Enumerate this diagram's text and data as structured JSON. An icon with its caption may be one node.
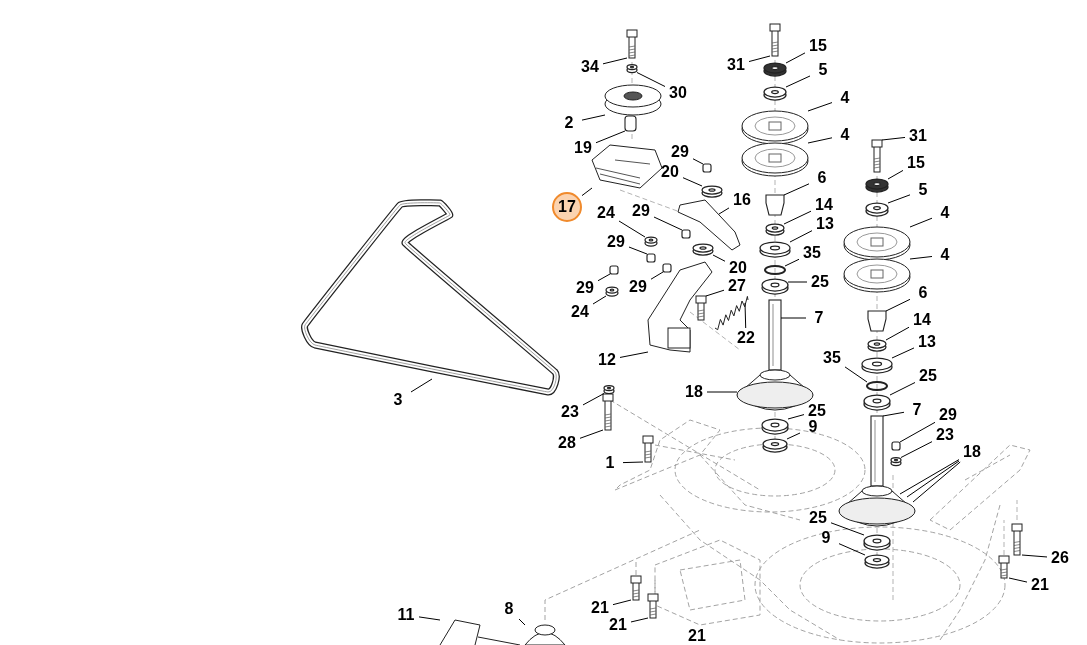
{
  "diagram": {
    "nodes": [
      {
        "text": [
          "34"
        ]
      },
      {
        "text": [
          "30"
        ]
      },
      {
        "text": [
          "2"
        ]
      },
      {
        "text": [
          "19"
        ]
      },
      {
        "text": [
          "17"
        ]
      },
      {
        "text": [
          "29"
        ]
      },
      {
        "text": [
          "20"
        ]
      },
      {
        "text": [
          "16"
        ]
      },
      {
        "text": [
          "24"
        ]
      },
      {
        "text": [
          "29"
        ]
      },
      {
        "text": [
          "29"
        ]
      },
      {
        "text": [
          "20"
        ]
      },
      {
        "text": [
          "29"
        ]
      },
      {
        "text": [
          "29"
        ]
      },
      {
        "text": [
          "24"
        ]
      },
      {
        "text": [
          "27"
        ]
      },
      {
        "text": [
          "22"
        ]
      },
      {
        "text": [
          "12"
        ]
      },
      {
        "text": [
          "3"
        ]
      },
      {
        "text": [
          "31"
        ]
      },
      {
        "text": [
          "15"
        ]
      },
      {
        "text": [
          "5"
        ]
      },
      {
        "text": [
          "4"
        ]
      },
      {
        "text": [
          "4"
        ]
      },
      {
        "text": [
          "6"
        ]
      },
      {
        "text": [
          "14"
        ]
      },
      {
        "text": [
          "13"
        ]
      },
      {
        "text": [
          "35"
        ]
      },
      {
        "text": [
          "25"
        ]
      },
      {
        "text": [
          "7"
        ]
      },
      {
        "text": [
          "18"
        ]
      },
      {
        "text": [
          "25"
        ]
      },
      {
        "text": [
          "9"
        ]
      },
      {
        "text": [
          "23"
        ]
      },
      {
        "text": [
          "28"
        ]
      },
      {
        "text": [
          "1"
        ]
      },
      {
        "text": [
          "31"
        ]
      },
      {
        "text": [
          "15"
        ]
      },
      {
        "text": [
          "5"
        ]
      },
      {
        "text": [
          "4"
        ]
      },
      {
        "text": [
          "4"
        ]
      },
      {
        "text": [
          "6"
        ]
      },
      {
        "text": [
          "14"
        ]
      },
      {
        "text": [
          "13"
        ]
      },
      {
        "text": [
          "35"
        ]
      },
      {
        "text": [
          "25"
        ]
      },
      {
        "text": [
          "7"
        ]
      },
      {
        "text": [
          "29"
        ]
      },
      {
        "text": [
          "23"
        ]
      },
      {
        "text": [
          "18"
        ]
      },
      {
        "text": [
          "25"
        ]
      },
      {
        "text": [
          "9"
        ]
      },
      {
        "text": [
          "26"
        ]
      },
      {
        "text": [
          "21"
        ]
      },
      {
        "text": [
          "21"
        ]
      },
      {
        "text": [
          "21"
        ]
      },
      {
        "text": [
          "8"
        ]
      },
      {
        "text": [
          "11"
        ]
      },
      {
        "text": [],
        "shape": "picture"
      },
      {
        "text": [],
        "shape": "circle"
      },
      {
        "text": [],
        "shape": "picture"
      },
      {
        "text": [],
        "shape": "cylinder"
      },
      {
        "text": [],
        "shape": "picture"
      },
      {
        "text": [],
        "shape": "box"
      },
      {
        "text": [],
        "shape": "circle"
      },
      {
        "text": [],
        "shape": "picture"
      },
      {
        "text": [],
        "shape": "circle"
      },
      {
        "text": [],
        "shape": "box"
      },
      {
        "text": [],
        "shape": "box"
      },
      {
        "text": [],
        "shape": "circle"
      },
      {
        "text": [],
        "shape": "box"
      },
      {
        "text": [],
        "shape": "box"
      },
      {
        "text": [],
        "shape": "circle"
      },
      {
        "text": [],
        "shape": "picture"
      },
      {
        "text": [],
        "shape": "picture"
      },
      {
        "text": [],
        "shape": "picture"
      },
      {
        "text": [],
        "shape": "picture"
      },
      {
        "text": [],
        "shape": "picture"
      },
      {
        "text": [],
        "shape": "circle"
      },
      {
        "text": [],
        "shape": "circle"
      },
      {
        "text": [],
        "shape": "picture"
      },
      {
        "text": [],
        "shape": "picture"
      },
      {
        "text": [],
        "shape": "cylinder"
      },
      {
        "text": [],
        "shape": "circle"
      },
      {
        "text": [],
        "shape": "circle"
      },
      {
        "text": [],
        "shape": "circle"
      },
      {
        "text": [],
        "shape": "circle"
      },
      {
        "text": [],
        "shape": "cylinder"
      },
      {
        "text": [],
        "shape": "picture"
      },
      {
        "text": [],
        "shape": "circle"
      },
      {
        "text": [],
        "shape": "circle"
      },
      {
        "text": [],
        "shape": "circle"
      },
      {
        "text": [],
        "shape": "picture"
      },
      {
        "text": [],
        "shape": "picture"
      },
      {
        "text": [],
        "shape": "picture"
      },
      {
        "text": [],
        "shape": "circle"
      },
      {
        "text": [],
        "shape": "circle"
      },
      {
        "text": [],
        "shape": "picture"
      },
      {
        "text": [],
        "shape": "picture"
      },
      {
        "text": [],
        "shape": "cylinder"
      },
      {
        "text": [],
        "shape": "circle"
      },
      {
        "text": [],
        "shape": "circle"
      },
      {
        "text": [],
        "shape": "circle"
      },
      {
        "text": [],
        "shape": "circle"
      },
      {
        "text": [],
        "shape": "cylinder"
      },
      {
        "text": [],
        "shape": "box"
      },
      {
        "text": [],
        "shape": "circle"
      },
      {
        "text": [],
        "shape": "picture"
      },
      {
        "text": [],
        "shape": "circle"
      },
      {
        "text": [],
        "shape": "circle"
      },
      {
        "text": [],
        "shape": "picture"
      },
      {
        "text": [],
        "shape": "picture"
      },
      {
        "text": [],
        "shape": "picture"
      },
      {
        "text": [],
        "shape": "picture"
      },
      {
        "text": [],
        "shape": "picture"
      },
      {
        "text": [],
        "shape": "picture"
      }
    ],
    "edges": [
      {
        "from": 0,
        "to": 58,
        "arrow": "none"
      },
      {
        "from": 1,
        "to": 59,
        "arrow": "none"
      },
      {
        "from": 2,
        "to": 60,
        "arrow": "none"
      },
      {
        "from": 3,
        "to": 61,
        "arrow": "none"
      },
      {
        "from": 4,
        "to": 62,
        "arrow": "none"
      },
      {
        "from": 5,
        "to": 63,
        "arrow": "none"
      },
      {
        "from": 6,
        "to": 64,
        "arrow": "none"
      },
      {
        "from": 7,
        "to": 65,
        "arrow": "none"
      },
      {
        "from": 8,
        "to": 66,
        "arrow": "none"
      },
      {
        "from": 9,
        "to": 67,
        "arrow": "none"
      },
      {
        "from": 10,
        "to": 68,
        "arrow": "none"
      },
      {
        "from": 11,
        "to": 69,
        "arrow": "none"
      },
      {
        "from": 12,
        "to": 70,
        "arrow": "none"
      },
      {
        "from": 13,
        "to": 71,
        "arrow": "none"
      },
      {
        "from": 14,
        "to": 72,
        "arrow": "none"
      },
      {
        "from": 15,
        "to": 73,
        "arrow": "none"
      },
      {
        "from": 16,
        "to": 74,
        "arrow": "none"
      },
      {
        "from": 17,
        "to": 75,
        "arrow": "none"
      },
      {
        "from": 18,
        "to": 76,
        "arrow": "none"
      },
      {
        "from": 19,
        "to": 77,
        "arrow": "none"
      },
      {
        "from": 20,
        "to": 78,
        "arrow": "none"
      },
      {
        "from": 21,
        "to": 79,
        "arrow": "none"
      },
      {
        "from": 22,
        "to": 80,
        "arrow": "none"
      },
      {
        "from": 23,
        "to": 81,
        "arrow": "none"
      },
      {
        "from": 24,
        "to": 82,
        "arrow": "none"
      },
      {
        "from": 25,
        "to": 83,
        "arrow": "none"
      },
      {
        "from": 26,
        "to": 84,
        "arrow": "none"
      },
      {
        "from": 27,
        "to": 85,
        "arrow": "none"
      },
      {
        "from": 28,
        "to": 86,
        "arrow": "none"
      },
      {
        "from": 29,
        "to": 87,
        "arrow": "none"
      },
      {
        "from": 30,
        "to": 88,
        "arrow": "none"
      },
      {
        "from": 31,
        "to": 89,
        "arrow": "none"
      },
      {
        "from": 32,
        "to": 90,
        "arrow": "none"
      },
      {
        "from": 33,
        "to": 91,
        "arrow": "none"
      },
      {
        "from": 34,
        "to": 92,
        "arrow": "none"
      },
      {
        "from": 35,
        "to": 93,
        "arrow": "none"
      },
      {
        "from": 36,
        "to": 94,
        "arrow": "none"
      },
      {
        "from": 37,
        "to": 95,
        "arrow": "none"
      },
      {
        "from": 38,
        "to": 96,
        "arrow": "none"
      },
      {
        "from": 39,
        "to": 97,
        "arrow": "none"
      },
      {
        "from": 40,
        "to": 98,
        "arrow": "none"
      },
      {
        "from": 41,
        "to": 99,
        "arrow": "none"
      },
      {
        "from": 42,
        "to": 100,
        "arrow": "none"
      },
      {
        "from": 43,
        "to": 101,
        "arrow": "none"
      },
      {
        "from": 44,
        "to": 102,
        "arrow": "none"
      },
      {
        "from": 45,
        "to": 103,
        "arrow": "none"
      },
      {
        "from": 46,
        "to": 104,
        "arrow": "none"
      },
      {
        "from": 47,
        "to": 105,
        "arrow": "none"
      },
      {
        "from": 48,
        "to": 106,
        "arrow": "none"
      },
      {
        "from": 49,
        "to": 107,
        "arrow": "none"
      },
      {
        "from": 49,
        "to": 107,
        "arrow": "none"
      },
      {
        "from": 49,
        "to": 107,
        "arrow": "none"
      },
      {
        "from": 50,
        "to": 108,
        "arrow": "none"
      },
      {
        "from": 51,
        "to": 109,
        "arrow": "none"
      },
      {
        "from": 52,
        "to": 110,
        "arrow": "none"
      },
      {
        "from": 53,
        "to": 111,
        "arrow": "none"
      },
      {
        "from": 54,
        "to": 112,
        "arrow": "none"
      },
      {
        "from": 55,
        "to": 113,
        "arrow": "none"
      },
      {
        "from": 56,
        "to": 114,
        "arrow": "none"
      },
      {
        "from": 57,
        "to": 115,
        "arrow": "none"
      }
    ],
    "labels": [
      "21"
    ]
  }
}
